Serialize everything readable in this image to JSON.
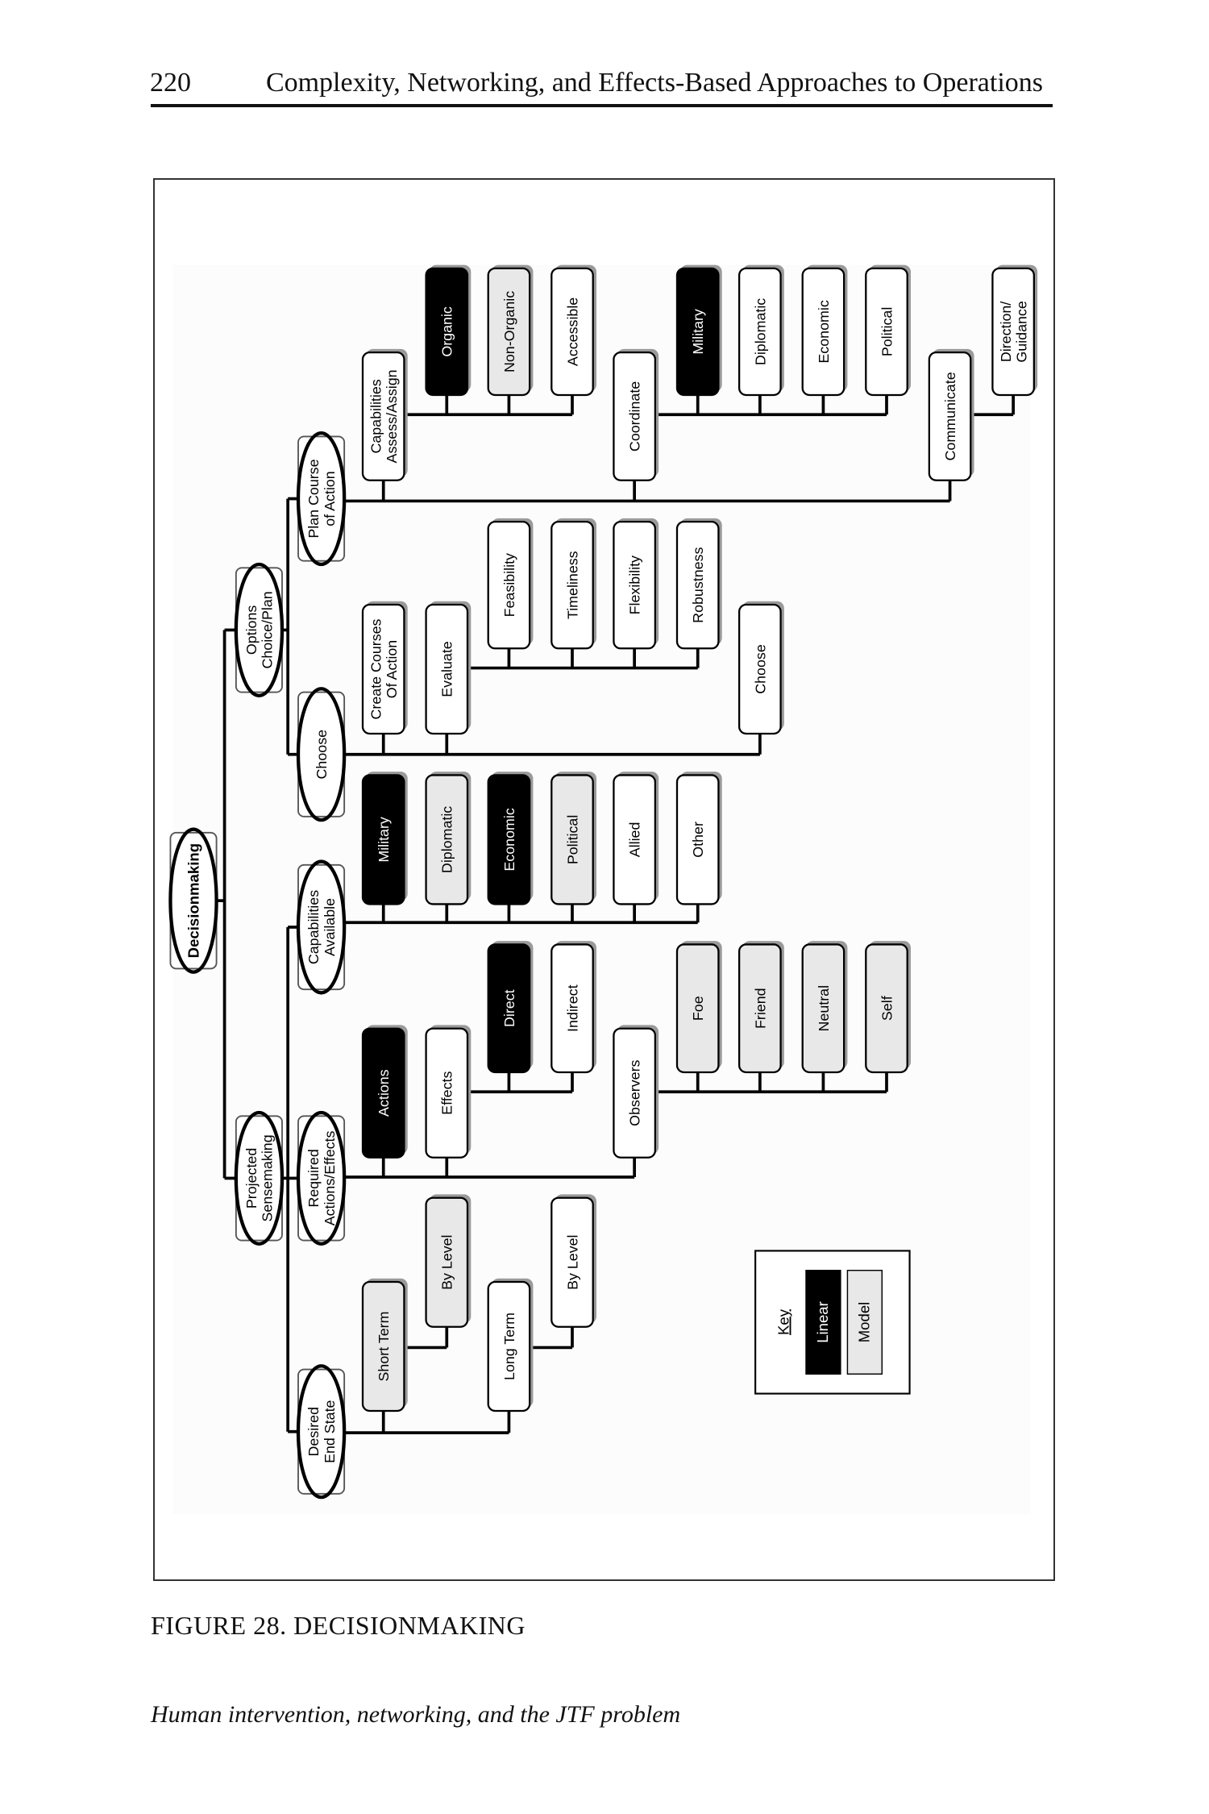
{
  "header": {
    "page_number": "220",
    "running_title": "Complexity, Networking, and Effects-Based Approaches to Operations"
  },
  "diagram": {
    "nodes": [
      {
        "id": "decisionmaking",
        "label": [
          "Decisionmaking"
        ],
        "kind": "root"
      },
      {
        "id": "options",
        "label": [
          "Options",
          "Choice/Plan"
        ],
        "kind": "oval"
      },
      {
        "id": "projected",
        "label": [
          "Projected",
          "Sensemaking"
        ],
        "kind": "oval"
      },
      {
        "id": "plan",
        "label": [
          "Plan Course",
          "of Action"
        ],
        "kind": "oval"
      },
      {
        "id": "choose_oval",
        "label": [
          "Choose"
        ],
        "kind": "oval"
      },
      {
        "id": "capavail",
        "label": [
          "Capabilities",
          "Available"
        ],
        "kind": "oval"
      },
      {
        "id": "required",
        "label": [
          "Required",
          "Actions/Effects"
        ],
        "kind": "oval"
      },
      {
        "id": "desired",
        "label": [
          "Desired",
          "End State"
        ],
        "kind": "oval"
      },
      {
        "id": "capassess",
        "label": [
          "Capabilities",
          "Assess/Assign"
        ],
        "kind": "plain"
      },
      {
        "id": "organic",
        "label": [
          "Organic"
        ],
        "kind": "linear"
      },
      {
        "id": "nonorganic",
        "label": [
          "Non-Organic"
        ],
        "kind": "model"
      },
      {
        "id": "accessible",
        "label": [
          "Accessible"
        ],
        "kind": "plain"
      },
      {
        "id": "coordinate",
        "label": [
          "Coordinate"
        ],
        "kind": "plain"
      },
      {
        "id": "c_military",
        "label": [
          "Military"
        ],
        "kind": "linear"
      },
      {
        "id": "c_diplomatic",
        "label": [
          "Diplomatic"
        ],
        "kind": "plain"
      },
      {
        "id": "c_economic",
        "label": [
          "Economic"
        ],
        "kind": "plain"
      },
      {
        "id": "c_political",
        "label": [
          "Political"
        ],
        "kind": "plain"
      },
      {
        "id": "communicate",
        "label": [
          "Communicate"
        ],
        "kind": "plain"
      },
      {
        "id": "direction",
        "label": [
          "Direction/",
          "Guidance"
        ],
        "kind": "plain"
      },
      {
        "id": "createcoa",
        "label": [
          "Create Courses",
          "Of Action"
        ],
        "kind": "plain"
      },
      {
        "id": "evaluate",
        "label": [
          "Evaluate"
        ],
        "kind": "plain"
      },
      {
        "id": "feasibility",
        "label": [
          "Feasibility"
        ],
        "kind": "plain"
      },
      {
        "id": "timeliness",
        "label": [
          "Timeliness"
        ],
        "kind": "plain"
      },
      {
        "id": "flexibility",
        "label": [
          "Flexibility"
        ],
        "kind": "plain"
      },
      {
        "id": "robustness",
        "label": [
          "Robustness"
        ],
        "kind": "plain"
      },
      {
        "id": "choose_box",
        "label": [
          "Choose"
        ],
        "kind": "plain"
      },
      {
        "id": "a_military",
        "label": [
          "Military"
        ],
        "kind": "linear"
      },
      {
        "id": "a_diplomatic",
        "label": [
          "Diplomatic"
        ],
        "kind": "model"
      },
      {
        "id": "a_economic",
        "label": [
          "Economic"
        ],
        "kind": "linear"
      },
      {
        "id": "a_political",
        "label": [
          "Political"
        ],
        "kind": "model"
      },
      {
        "id": "a_allied",
        "label": [
          "Allied"
        ],
        "kind": "plain"
      },
      {
        "id": "a_other",
        "label": [
          "Other"
        ],
        "kind": "plain"
      },
      {
        "id": "actions",
        "label": [
          "Actions"
        ],
        "kind": "linear"
      },
      {
        "id": "effects",
        "label": [
          "Effects"
        ],
        "kind": "plain"
      },
      {
        "id": "direct",
        "label": [
          "Direct"
        ],
        "kind": "linear"
      },
      {
        "id": "indirect",
        "label": [
          "Indirect"
        ],
        "kind": "plain"
      },
      {
        "id": "observers",
        "label": [
          "Observers"
        ],
        "kind": "plain"
      },
      {
        "id": "foe",
        "label": [
          "Foe"
        ],
        "kind": "model"
      },
      {
        "id": "friend",
        "label": [
          "Friend"
        ],
        "kind": "model"
      },
      {
        "id": "neutral",
        "label": [
          "Neutral"
        ],
        "kind": "model"
      },
      {
        "id": "self",
        "label": [
          "Self"
        ],
        "kind": "model"
      },
      {
        "id": "shortterm",
        "label": [
          "Short Term"
        ],
        "kind": "model"
      },
      {
        "id": "bylevel1",
        "label": [
          "By Level"
        ],
        "kind": "model"
      },
      {
        "id": "longterm",
        "label": [
          "Long Term"
        ],
        "kind": "plain"
      },
      {
        "id": "bylevel2",
        "label": [
          "By Level"
        ],
        "kind": "plain"
      }
    ],
    "key": {
      "title": "Key",
      "items": [
        {
          "label": "Linear",
          "kind": "linear"
        },
        {
          "label": "Model",
          "kind": "model"
        }
      ]
    },
    "colors": {
      "linear": "#000000",
      "model": "#e8e8e8",
      "plain": "#ffffff",
      "line": "#000000",
      "shadow": "#9a9a9a"
    }
  },
  "caption": "FIGURE 28. DECISIONMAKING",
  "section_heading": "Human intervention, networking, and the JTF problem"
}
